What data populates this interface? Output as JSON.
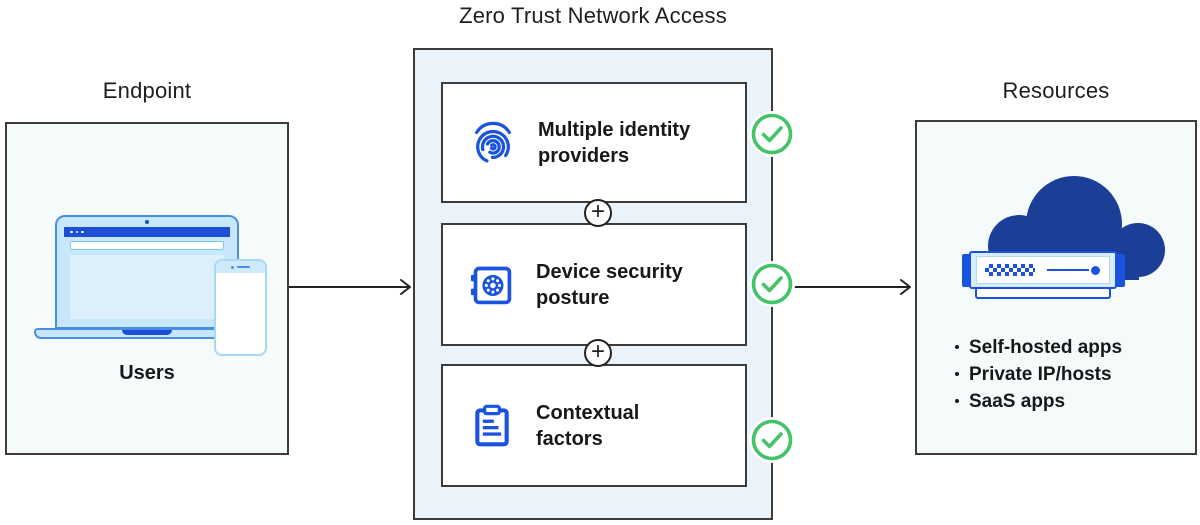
{
  "endpoint": {
    "heading": "Endpoint",
    "label": "Users",
    "illustrations": [
      "laptop-illustration",
      "phone-illustration"
    ]
  },
  "ztna": {
    "heading": "Zero Trust Network Access",
    "combinator": "+",
    "factors": [
      {
        "icon": "fingerprint-icon",
        "label": "Multiple identity\nproviders",
        "status": "checked"
      },
      {
        "icon": "safe-icon",
        "label": "Device security\nposture",
        "status": "checked"
      },
      {
        "icon": "clipboard-icon",
        "label": "Contextual\nfactors",
        "status": "checked"
      }
    ]
  },
  "resources": {
    "heading": "Resources",
    "illustration": "cloud-server-illustration",
    "items": [
      "Self-hosted apps",
      "Private IP/hosts",
      "SaaS apps"
    ]
  },
  "colors": {
    "primary_blue": "#1a53e0",
    "laptop_blue": "#1d4fd6",
    "navy_cloud": "#1b3f96",
    "success_green": "#44c368",
    "panel_bg": "#f5fafb",
    "container_bg": "#e9f3f9",
    "border_dark": "#3c3c3c"
  }
}
